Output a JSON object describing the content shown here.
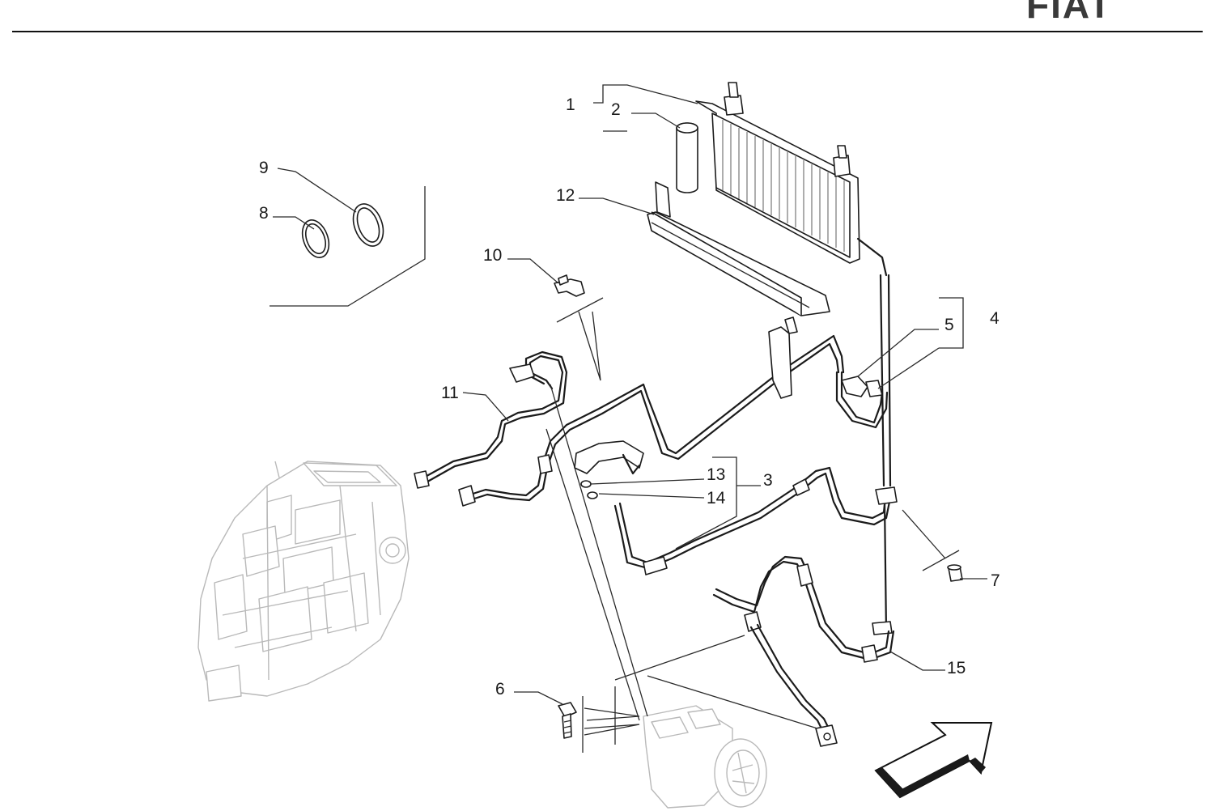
{
  "header": {
    "brand_text": "FIAT",
    "rule_color": "#111111"
  },
  "callouts": {
    "c1": "1",
    "c2": "2",
    "c3": "3",
    "c4": "4",
    "c5": "5",
    "c6": "6",
    "c7": "7",
    "c8": "8",
    "c9": "9",
    "c10": "10",
    "c11": "11",
    "c12": "12",
    "c13": "13",
    "c14": "14",
    "c15": "15"
  },
  "icons": {
    "direction": "front-direction-arrow-icon"
  }
}
